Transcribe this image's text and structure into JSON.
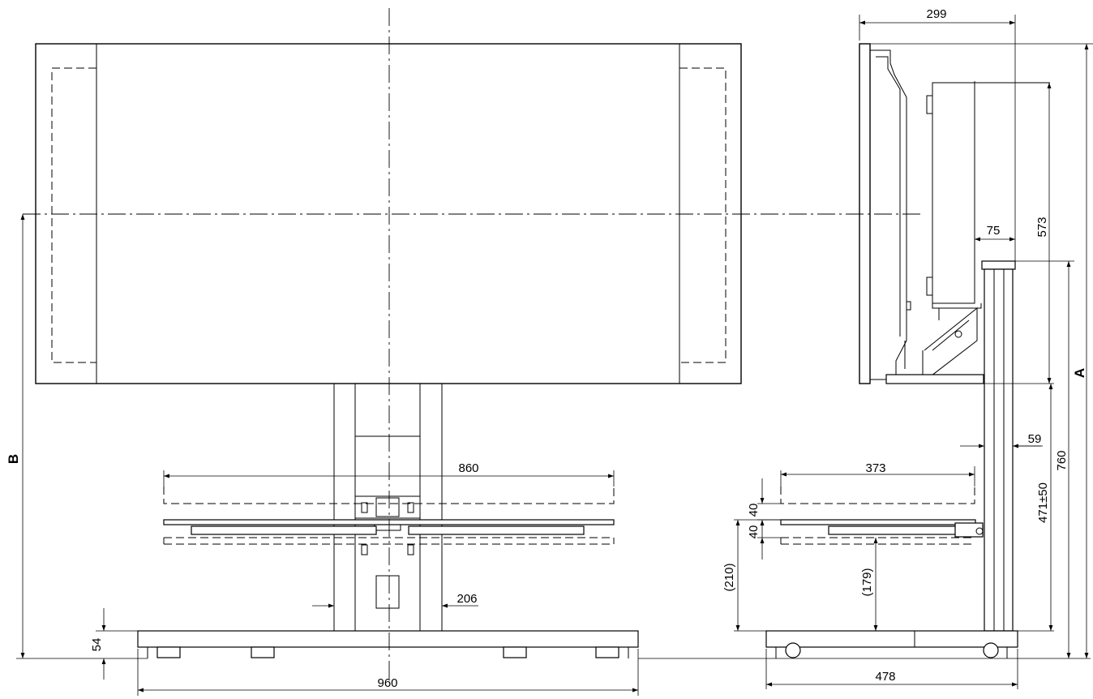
{
  "dimensions": {
    "top_depth": "299",
    "panel_height": "573",
    "bracket_offset": "75",
    "column_width": "59",
    "total_height": "760",
    "adjustable_height": "471±50",
    "shelf_spacing_upper": "40",
    "shelf_spacing_lower": "40",
    "shelf_width_front": "860",
    "shelf_depth_side": "373",
    "column_width_front": "206",
    "base_height": "54",
    "base_width": "960",
    "base_depth": "478",
    "bottom_clearance_total": "(210)",
    "bottom_clearance_shelf": "(179)",
    "height_a": "A",
    "height_b": "B"
  }
}
